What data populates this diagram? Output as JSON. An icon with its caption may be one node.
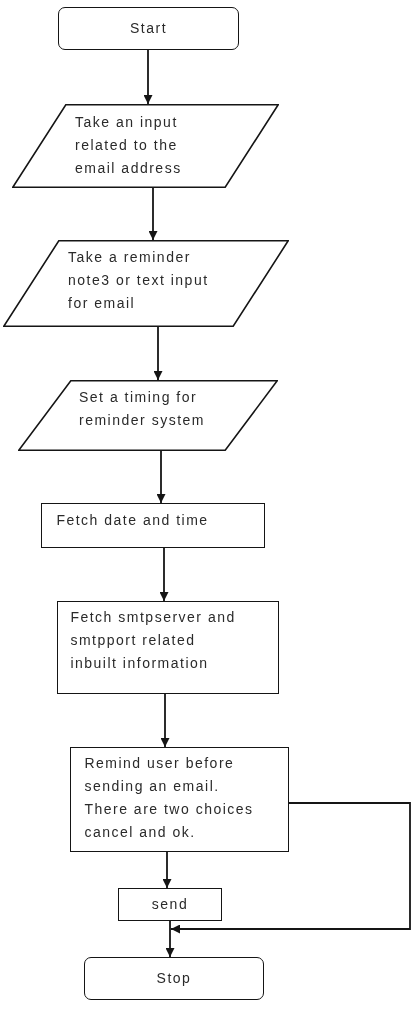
{
  "diagram": {
    "nodes": [
      {
        "text": [
          "Start"
        ]
      },
      {
        "text": [
          "Take an input related to the email address"
        ]
      },
      {
        "text": [
          "Take a reminder note3 or text input for email"
        ]
      },
      {
        "text": [
          "Set a timing for reminder system"
        ]
      },
      {
        "text": [
          "Fetch date and time"
        ]
      },
      {
        "text": [
          "Fetch smtpserver and smtpport related inbuilt information"
        ]
      },
      {
        "text": [
          "Remind user before sending an email. There are two choices cancel and ok."
        ]
      },
      {
        "text": [
          "send"
        ]
      },
      {
        "text": [
          "Stop"
        ]
      }
    ],
    "edges": [
      {
        "from": 0,
        "to": 1,
        "arrow": "to"
      },
      {
        "from": 1,
        "to": 2,
        "arrow": "to"
      },
      {
        "from": 2,
        "to": 3,
        "arrow": "to"
      },
      {
        "from": 3,
        "to": 4,
        "arrow": "to"
      },
      {
        "from": 4,
        "to": 5,
        "arrow": "to"
      },
      {
        "from": 5,
        "to": 6,
        "arrow": "to"
      },
      {
        "from": 6,
        "to": 7,
        "arrow": "to"
      },
      {
        "from": 7,
        "to": 8,
        "arrow": "to"
      },
      {
        "from": 6,
        "to": 8,
        "arrow": "to"
      }
    ]
  }
}
